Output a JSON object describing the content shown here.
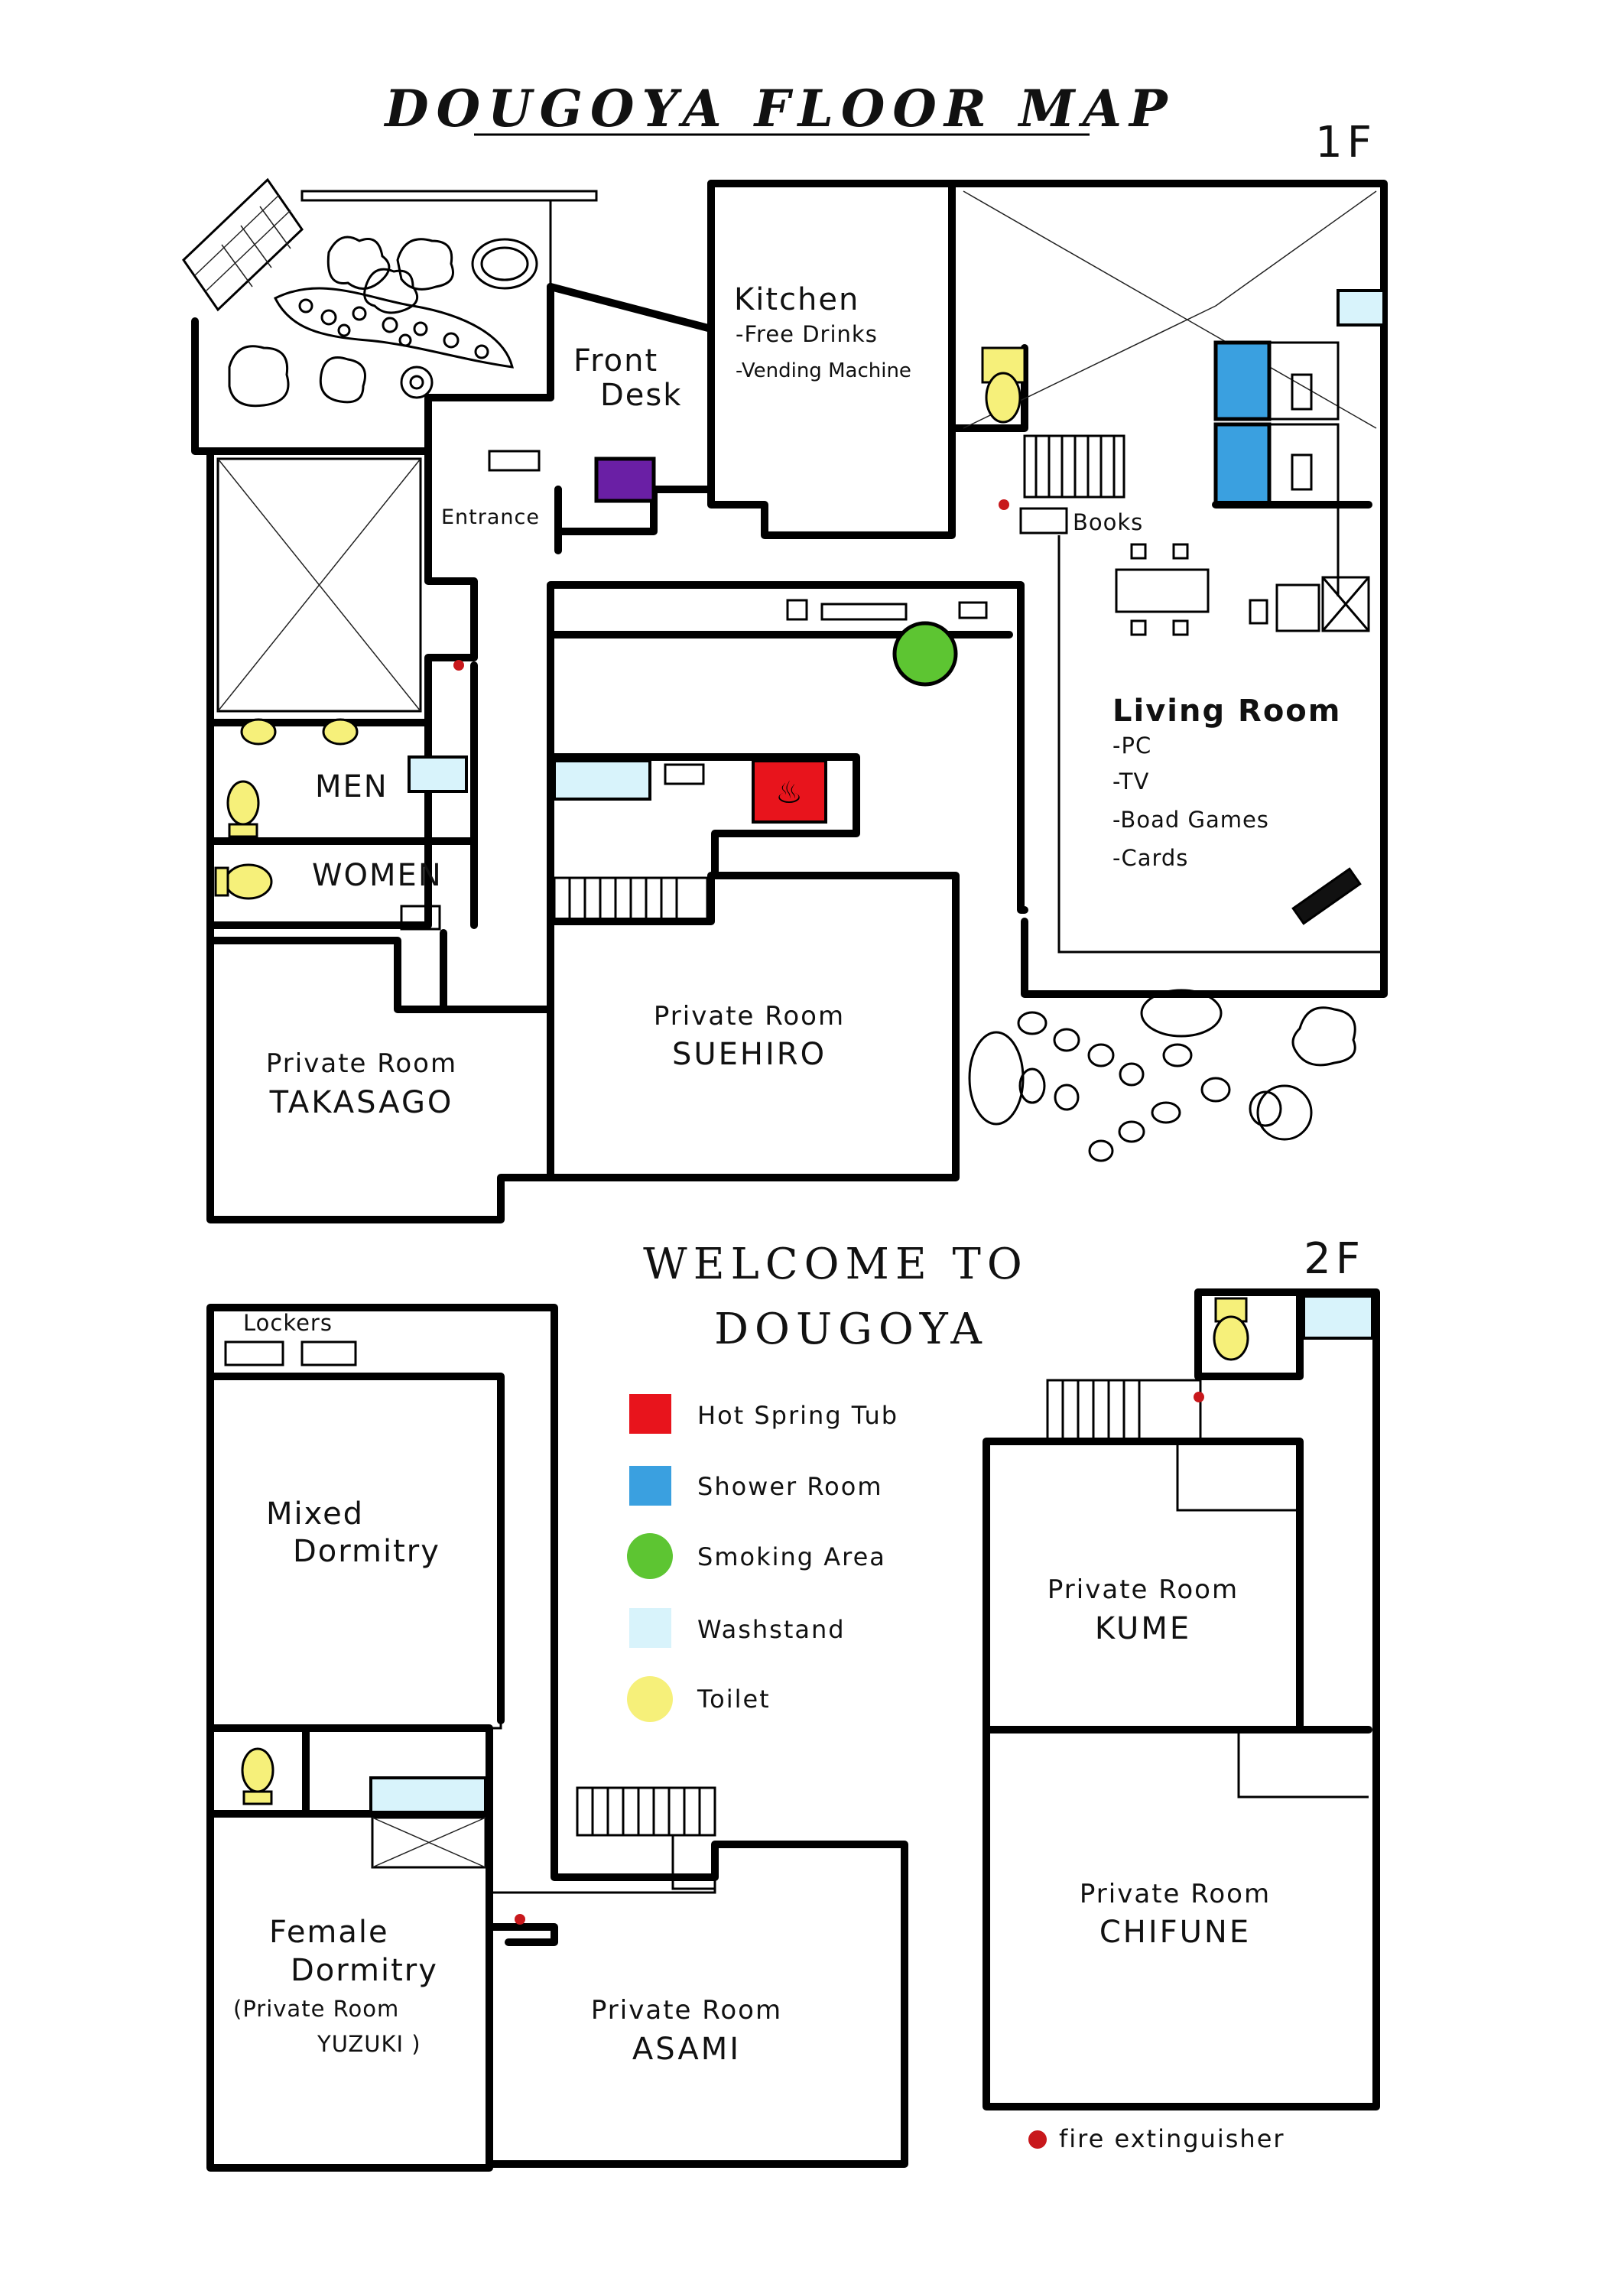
{
  "title": "DOUGOYA FLOOR MAP",
  "floors": {
    "first": {
      "label": "1F",
      "rooms": {
        "kitchen": {
          "name": "Kitchen",
          "items": [
            "-Free Drinks",
            "-Vending Machine"
          ]
        },
        "front_desk": {
          "line1": "Front",
          "line2": "Desk"
        },
        "entrance": "Entrance",
        "books": "Books",
        "living_room": {
          "name": "Living Room",
          "items": [
            "-PC",
            "-TV",
            "-Boad Games",
            "-Cards"
          ]
        },
        "men": "MEN",
        "women": "WOMEN",
        "suehiro": {
          "type": "Private Room",
          "name": "SUEHIRO"
        },
        "takasago": {
          "type": "Private Room",
          "name": "TAKASAGO"
        }
      }
    },
    "second": {
      "label": "2F",
      "rooms": {
        "lockers": "Lockers",
        "mixed_dormitory": {
          "line1": "Mixed",
          "line2": "Dormitry"
        },
        "female_dormitory": {
          "line1": "Female",
          "line2": "Dormitry",
          "line3": "(Private Room",
          "line4": "YUZUKI )"
        },
        "asami": {
          "type": "Private Room",
          "name": "ASAMI"
        },
        "kume": {
          "type": "Private Room",
          "name": "KUME"
        },
        "chifune": {
          "type": "Private Room",
          "name": "CHIFUNE"
        }
      }
    }
  },
  "welcome": {
    "line1": "WELCOME TO",
    "line2": "DOUGOYA"
  },
  "legend": [
    {
      "label": "Hot Spring Tub",
      "color": "#e8141c"
    },
    {
      "label": "Shower Room",
      "color": "#3aa0e0"
    },
    {
      "label": "Smoking Area",
      "color": "#5dc532"
    },
    {
      "label": "Washstand",
      "color": "#d8f3fb"
    },
    {
      "label": "Toilet",
      "color": "#f6f07a"
    }
  ],
  "fire_extinguisher": {
    "label": "fire extinguisher",
    "color": "#c8181c"
  },
  "colors": {
    "purple_machine": "#6a1fa5"
  }
}
